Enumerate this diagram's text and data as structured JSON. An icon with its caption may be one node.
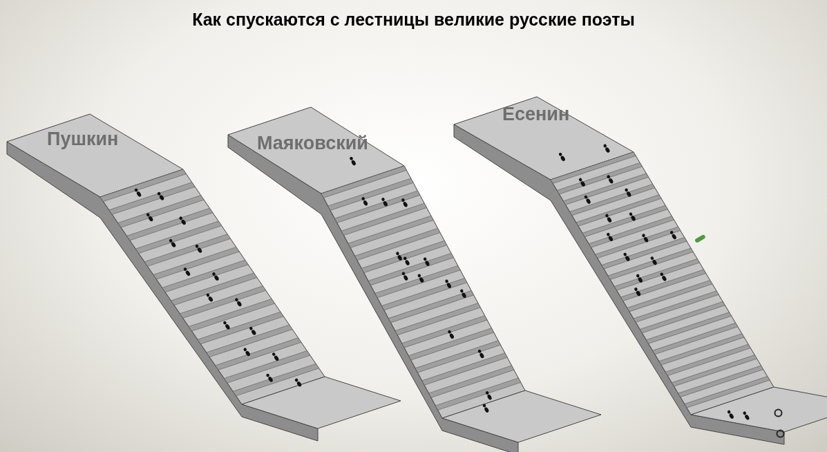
{
  "diagram": {
    "title": "Как спускаются с лестницы великие русские поэты",
    "labels": [
      "Пушкин",
      "Маяковский",
      "Есенин"
    ]
  }
}
